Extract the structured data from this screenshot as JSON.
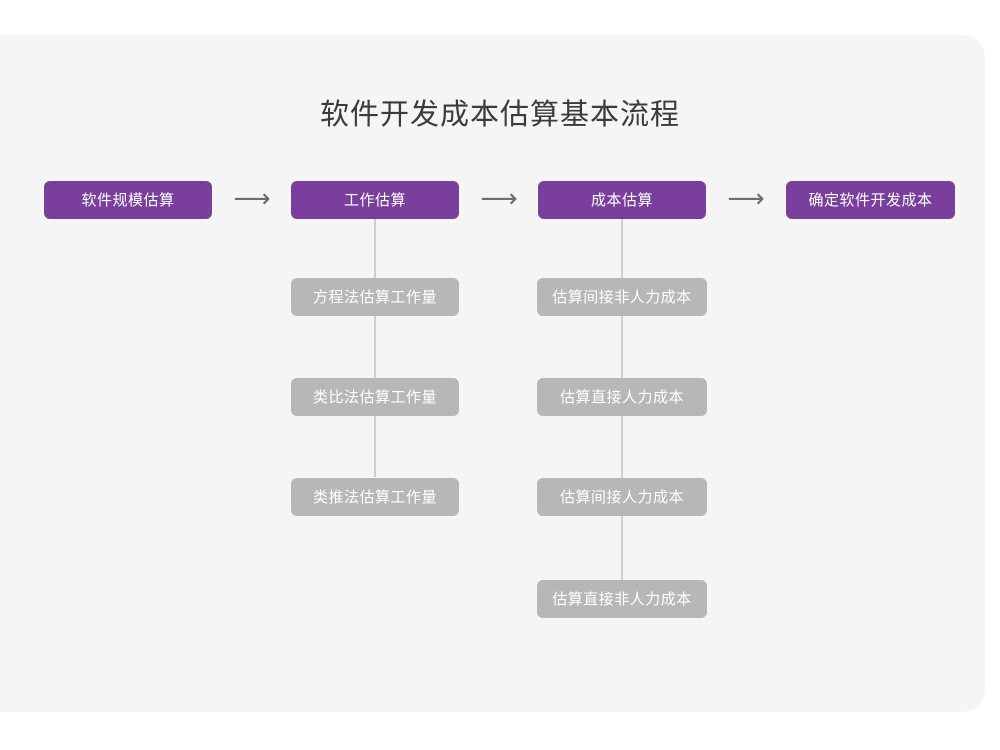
{
  "diagram": {
    "title": "软件开发成本估算基本流程",
    "colors": {
      "primary": "#7a3f9d",
      "secondary": "#b7b7b7",
      "card_background": "#f5f5f5",
      "page_background": "#ffffff",
      "connector": "#cfcfcf",
      "title_text": "#3b3b3b",
      "node_text": "#ffffff",
      "arrow": "#6d6d6d"
    },
    "arrows": [
      {
        "glyph": "⟶",
        "name": "arrow-step-1-to-2"
      },
      {
        "glyph": "⟶",
        "name": "arrow-step-2-to-3"
      },
      {
        "glyph": "⟶",
        "name": "arrow-step-3-to-4"
      }
    ],
    "main_steps": [
      {
        "label": "软件规模估算"
      },
      {
        "label": "工作估算"
      },
      {
        "label": "成本估算"
      },
      {
        "label": "确定软件开发成本"
      }
    ],
    "sub_steps_effort": [
      {
        "label": "方程法估算工作量"
      },
      {
        "label": "类比法估算工作量"
      },
      {
        "label": "类推法估算工作量"
      }
    ],
    "sub_steps_cost": [
      {
        "label": "估算间接非人力成本"
      },
      {
        "label": "估算直接人力成本"
      },
      {
        "label": "估算间接人力成本"
      },
      {
        "label": "估算直接非人力成本"
      }
    ]
  }
}
